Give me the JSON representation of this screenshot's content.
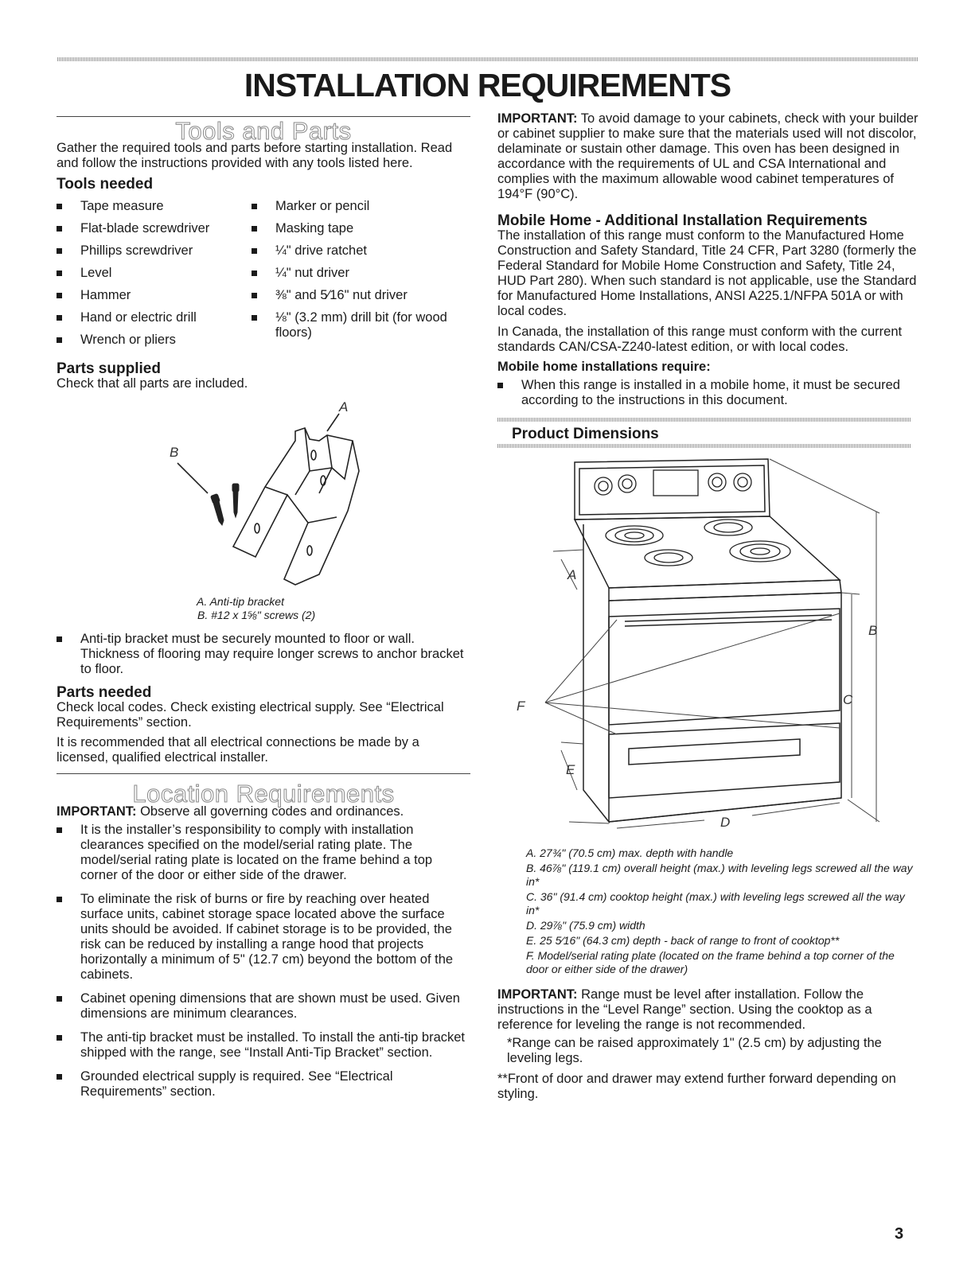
{
  "title": "INSTALLATION REQUIREMENTS",
  "tools_and_parts": {
    "heading": "Tools and Parts",
    "intro": "Gather the required tools and parts before starting installation. Read and follow the instructions provided with any tools listed here.",
    "tools_needed_heading": "Tools needed",
    "tools_col1": [
      "Tape measure",
      "Flat-blade screwdriver",
      "Phillips screwdriver",
      "Level",
      "Hammer",
      "Hand or electric drill",
      "Wrench or pliers"
    ],
    "tools_col2": [
      "Marker or pencil",
      "Masking tape",
      "¼\" drive ratchet",
      "¼\" nut driver",
      "⅜\" and 5⁄16\" nut driver",
      "⅛\" (3.2 mm) drill bit (for wood floors)"
    ],
    "parts_supplied_heading": "Parts supplied",
    "parts_supplied_text": "Check that all parts are included.",
    "bracket_caption": {
      "label_a": "A",
      "label_b": "B",
      "a": "A. Anti-tip bracket",
      "b": "B. #12 x 1⅝\" screws (2)"
    },
    "bracket_note": "Anti-tip bracket must be securely mounted to floor or wall. Thickness of flooring may require longer screws to anchor bracket to floor.",
    "parts_needed_heading": "Parts needed",
    "parts_needed_p1": "Check local codes. Check existing electrical supply. See “Electrical Requirements” section.",
    "parts_needed_p2": "It is recommended that all electrical connections be made by a licensed, qualified electrical installer."
  },
  "location_requirements": {
    "heading": "Location Requirements",
    "important_label": "IMPORTANT:",
    "important_text": " Observe all governing codes and ordinances.",
    "items": [
      "It is the installer’s responsibility to comply with installation clearances specified on the model/serial rating plate. The model/serial rating plate is located on the frame behind a top corner of the door or either side of the drawer.",
      "To eliminate the risk of burns or fire by reaching over heated surface units, cabinet storage space located above the surface units should be avoided. If cabinet storage is to be provided, the risk can be reduced by installing a range hood that projects horizontally a minimum of 5\" (12.7 cm) beyond the bottom of the cabinets.",
      "Cabinet opening dimensions that are shown must be used. Given dimensions are minimum clearances.",
      "The anti-tip bracket must be installed. To install the anti-tip bracket shipped with the range, see “Install Anti-Tip Bracket” section.",
      "Grounded electrical supply is required. See “Electrical Requirements” section."
    ]
  },
  "right": {
    "important1_label": "IMPORTANT:",
    "important1_text": " To avoid damage to your cabinets, check with your builder or cabinet supplier to make sure that the materials used will not discolor, delaminate or sustain other damage. This oven has been designed in accordance with the requirements of UL and CSA International and complies with the maximum allowable wood cabinet temperatures of 194°F (90°C).",
    "mobile_heading": "Mobile Home - Additional Installation Requirements",
    "mobile_p1": "The installation of this range must conform to the Manufactured Home Construction and Safety Standard, Title 24 CFR, Part 3280 (formerly the Federal Standard for Mobile Home Construction and Safety, Title 24, HUD Part 280). When such standard is not applicable, use the Standard for Manufactured Home Installations, ANSI A225.1/NFPA 501A or with local codes.",
    "mobile_p2": "In Canada, the installation of this range must conform with the current standards CAN/CSA-Z240-latest edition, or with local codes.",
    "mobile_require_heading": "Mobile home installations require:",
    "mobile_require_item": "When this range is installed in a mobile home, it must be secured according to the instructions in this document.",
    "product_dimensions_heading": "Product Dimensions",
    "diagram_labels": {
      "a": "A",
      "b": "B",
      "c": "C",
      "d": "D",
      "e": "E",
      "f": "F"
    },
    "dimension_captions": [
      "A. 27¾\" (70.5 cm) max. depth with handle",
      "B. 46⅞\" (119.1 cm) overall height (max.) with leveling legs screwed all the way in*",
      "C. 36\" (91.4 cm) cooktop height (max.) with leveling legs screwed all the way in*",
      "D. 29⅞\" (75.9 cm) width",
      "E. 25 5⁄16\" (64.3 cm) depth - back of range to front of cooktop**",
      "F. Model/serial rating plate (located on the frame behind a top corner of the door or either side of the drawer)"
    ],
    "important2_label": "IMPORTANT:",
    "important2_text": " Range must be level after installation. Follow the instructions in the “Level Range” section. Using the cooktop as a reference for leveling the range is not recommended.",
    "note1": "*Range can be raised approximately 1\" (2.5 cm) by adjusting the leveling legs.",
    "note2": "**Front of door and drawer may extend further forward depending on styling."
  },
  "page_number": "3"
}
